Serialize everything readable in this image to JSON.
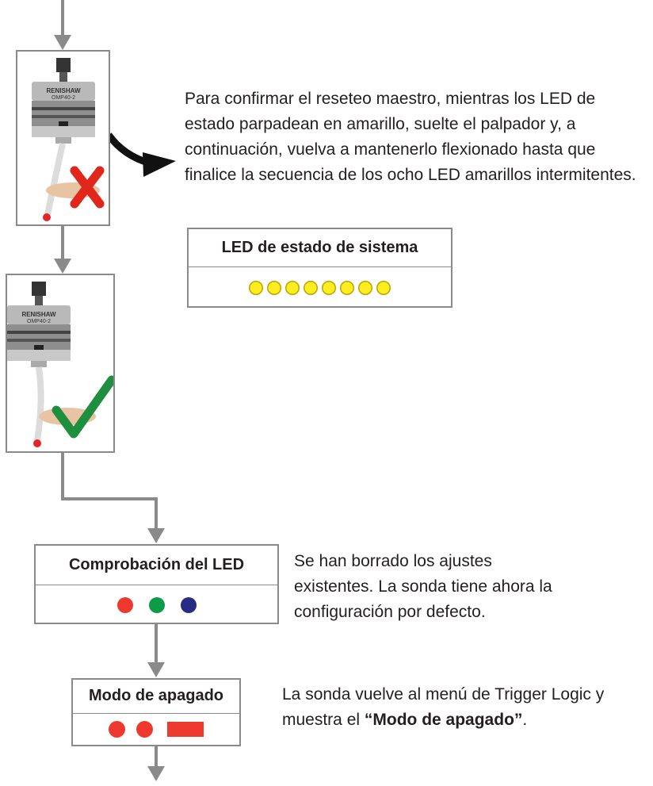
{
  "step_reset": {
    "instruction": "Para confirmar el reseteo maestro, mientras los LED de estado parpadean en amarillo, suelte el palpador y, a continuación, vuelva a mantenerlo flexionado hasta que finalice la secuencia de los ocho LED amarillos intermitentes.",
    "panel_title": "LED de estado de sistema",
    "led_colors": [
      "#ffee1f",
      "#ffee1f",
      "#ffee1f",
      "#ffee1f",
      "#ffee1f",
      "#ffee1f",
      "#ffee1f",
      "#ffee1f"
    ]
  },
  "probe": {
    "brand": "RENISHAW",
    "model": "OMP40-2",
    "released_mark": "cross",
    "deflected_mark": "check"
  },
  "step_led_check": {
    "panel_title": "Comprobación del LED",
    "description": "Se han borrado los ajustes existentes. La sonda tiene ahora la configuración por defecto.",
    "led_colors": [
      "#ee3a2e",
      "#0c9b47",
      "#262c84"
    ]
  },
  "step_power_off": {
    "panel_title": "Modo de apagado",
    "description_prefix": "La sonda vuelve al menú de Trigger Logic y muestra el",
    "description_bold": "“Modo de apagado”",
    "description_suffix": ".",
    "indicator_colors": [
      "#ee3a2e",
      "#ee3a2e",
      "#ee3a2e"
    ]
  },
  "colors": {
    "connector": "#8a8a8a",
    "cross": "#e1261c",
    "check": "#1e8f3e"
  }
}
